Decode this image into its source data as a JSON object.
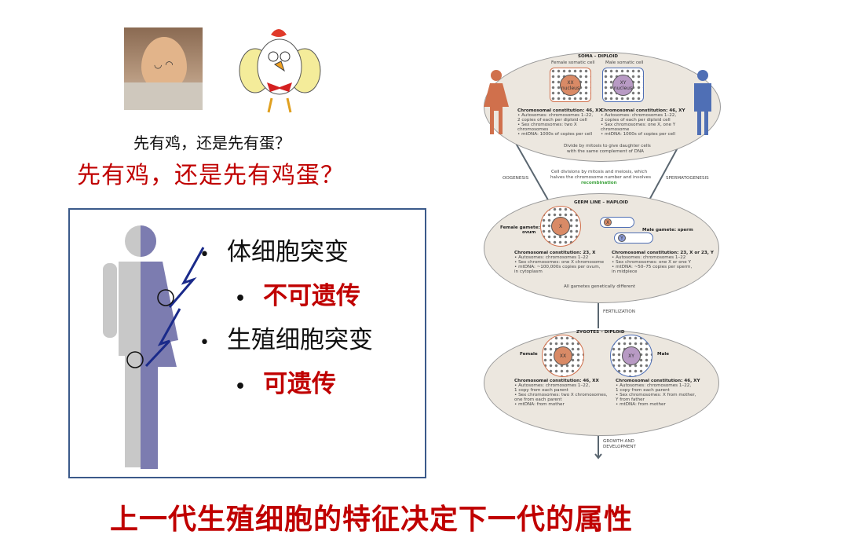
{
  "questions": {
    "small": "先有鸡，还是先有蛋？",
    "large": "先有鸡，还是先有鸡蛋？"
  },
  "box": {
    "bullets": [
      {
        "text": "体细胞突变"
      },
      {
        "text": "不可遗传"
      },
      {
        "text": "生殖细胞突变"
      },
      {
        "text": "可遗传"
      }
    ]
  },
  "bottom_title": "上一代生殖细胞的特征决定下一代的属性",
  "diagram": {
    "soma": {
      "title": "SOMA – DIPLOID",
      "female_cell": "Female somatic cell",
      "male_cell": "Male somatic cell",
      "female_nucleus": "XX nucleus",
      "male_nucleus": "XY nucleus",
      "female_lines": [
        "Chromosomal constitution: 46, XX",
        "• Autosomes: chromosomes 1–22,",
        "  2 copies of each per diploid cell",
        "• Sex chromosomes: two X",
        "  chromosomes",
        "• mtDNA: 1000s of copies per cell"
      ],
      "male_lines": [
        "Chromosomal constitution: 46, XY",
        "• Autosomes: chromosomes 1–22,",
        "  2 copies of each per diploid cell",
        "• Sex chromosomes: one X, one Y",
        "  chromosome",
        "• mtDNA: 1000s of copies per cell"
      ],
      "mitosis": [
        "Divide by mitosis to give daughter cells",
        "with the same complement of DNA"
      ]
    },
    "oogenesis": "OOGENESIS",
    "spermatogenesis": "SPERMATOGENESIS",
    "meiosis": [
      "Cell divisions by mitosis and meiosis, which",
      "halves the chromosome number and involves",
      "recombination"
    ],
    "germ": {
      "title": "GERM LINE – HAPLOID",
      "female_label": [
        "Female gamete:",
        "ovum"
      ],
      "male_label": "Male gamete: sperm",
      "x": "X",
      "y": "Y",
      "female_lines": [
        "Chromosomal constitution: 23, X",
        "• Autosomes: chromosomes 1–22",
        "• Sex chromosomes: one X chromosome",
        "• mtDNA: ~100,000s copies per ovum,",
        "  in cytoplasm"
      ],
      "male_lines": [
        "Chromosomal constitution: 23, X or 23, Y",
        "• Autosomes: chromosomes 1–22",
        "• Sex chromosomes: one X or one Y",
        "• mtDNA: ~50–75 copies per sperm,",
        "  in midpiece"
      ],
      "note": "All gametes genetically different"
    },
    "fertilization": "FERTILIZATION",
    "zygote": {
      "title": "ZYGOTES – DIPLOID",
      "female": "Female",
      "male": "Male",
      "xx": "XX",
      "xy": "XY",
      "female_lines": [
        "Chromosomal constitution: 46, XX",
        "• Autosomes: chromosomes 1–22,",
        "  1 copy from each parent",
        "• Sex chromosomes: two X chromosomes,",
        "  one from each parent",
        "• mtDNA: from mother"
      ],
      "male_lines": [
        "Chromosomal constitution: 46, XY",
        "• Autosomes: chromosomes 1–22,",
        "  1 copy from each parent",
        "• Sex chromosomes: X from mother,",
        "  Y from father",
        "• mtDNA: from mother"
      ]
    },
    "growth": [
      "GROWTH AND",
      "DEVELOPMENT"
    ]
  },
  "colors": {
    "red": "#c00000",
    "box_border": "#3b5a8a",
    "female": "#d0704c",
    "male": "#4f6fb5"
  }
}
